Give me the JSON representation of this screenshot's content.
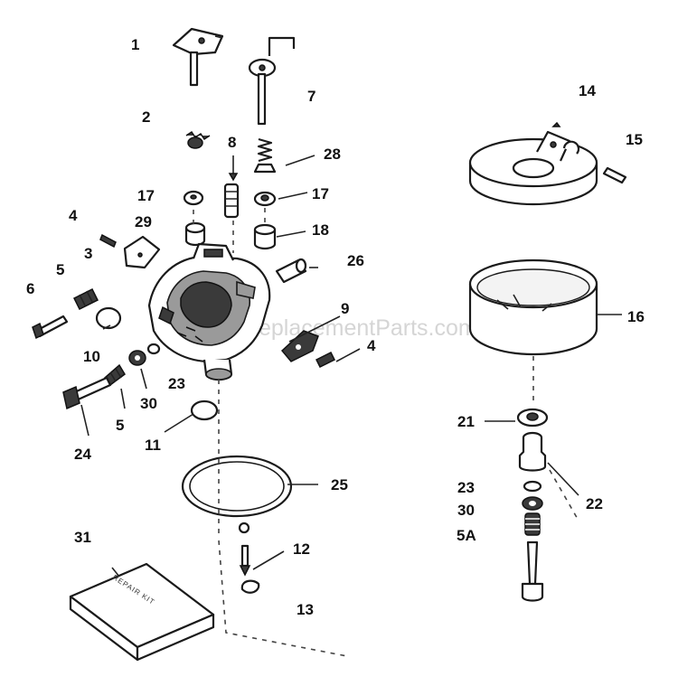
{
  "watermark": "eReplacementParts.com",
  "kit_label": "REPAIR KIT",
  "callouts": [
    {
      "id": "c1",
      "text": "1"
    },
    {
      "id": "c2",
      "text": "2"
    },
    {
      "id": "c3",
      "text": "3"
    },
    {
      "id": "c4a",
      "text": "4"
    },
    {
      "id": "c4b",
      "text": "4"
    },
    {
      "id": "c5a",
      "text": "5"
    },
    {
      "id": "c5b",
      "text": "5"
    },
    {
      "id": "c5c",
      "text": "5A"
    },
    {
      "id": "c6",
      "text": "6"
    },
    {
      "id": "c7",
      "text": "7"
    },
    {
      "id": "c8",
      "text": "8"
    },
    {
      "id": "c9",
      "text": "9"
    },
    {
      "id": "c10",
      "text": "10"
    },
    {
      "id": "c11",
      "text": "11"
    },
    {
      "id": "c12",
      "text": "12"
    },
    {
      "id": "c13",
      "text": "13"
    },
    {
      "id": "c14",
      "text": "14"
    },
    {
      "id": "c15",
      "text": "15"
    },
    {
      "id": "c16",
      "text": "16"
    },
    {
      "id": "c17a",
      "text": "17"
    },
    {
      "id": "c17b",
      "text": "17"
    },
    {
      "id": "c18",
      "text": "18"
    },
    {
      "id": "c21",
      "text": "21"
    },
    {
      "id": "c22",
      "text": "22"
    },
    {
      "id": "c23a",
      "text": "23"
    },
    {
      "id": "c23b",
      "text": "23"
    },
    {
      "id": "c24",
      "text": "24"
    },
    {
      "id": "c25",
      "text": "25"
    },
    {
      "id": "c26",
      "text": "26"
    },
    {
      "id": "c28",
      "text": "28"
    },
    {
      "id": "c29",
      "text": "29"
    },
    {
      "id": "c30a",
      "text": "30"
    },
    {
      "id": "c30b",
      "text": "30"
    },
    {
      "id": "c31",
      "text": "31"
    }
  ]
}
